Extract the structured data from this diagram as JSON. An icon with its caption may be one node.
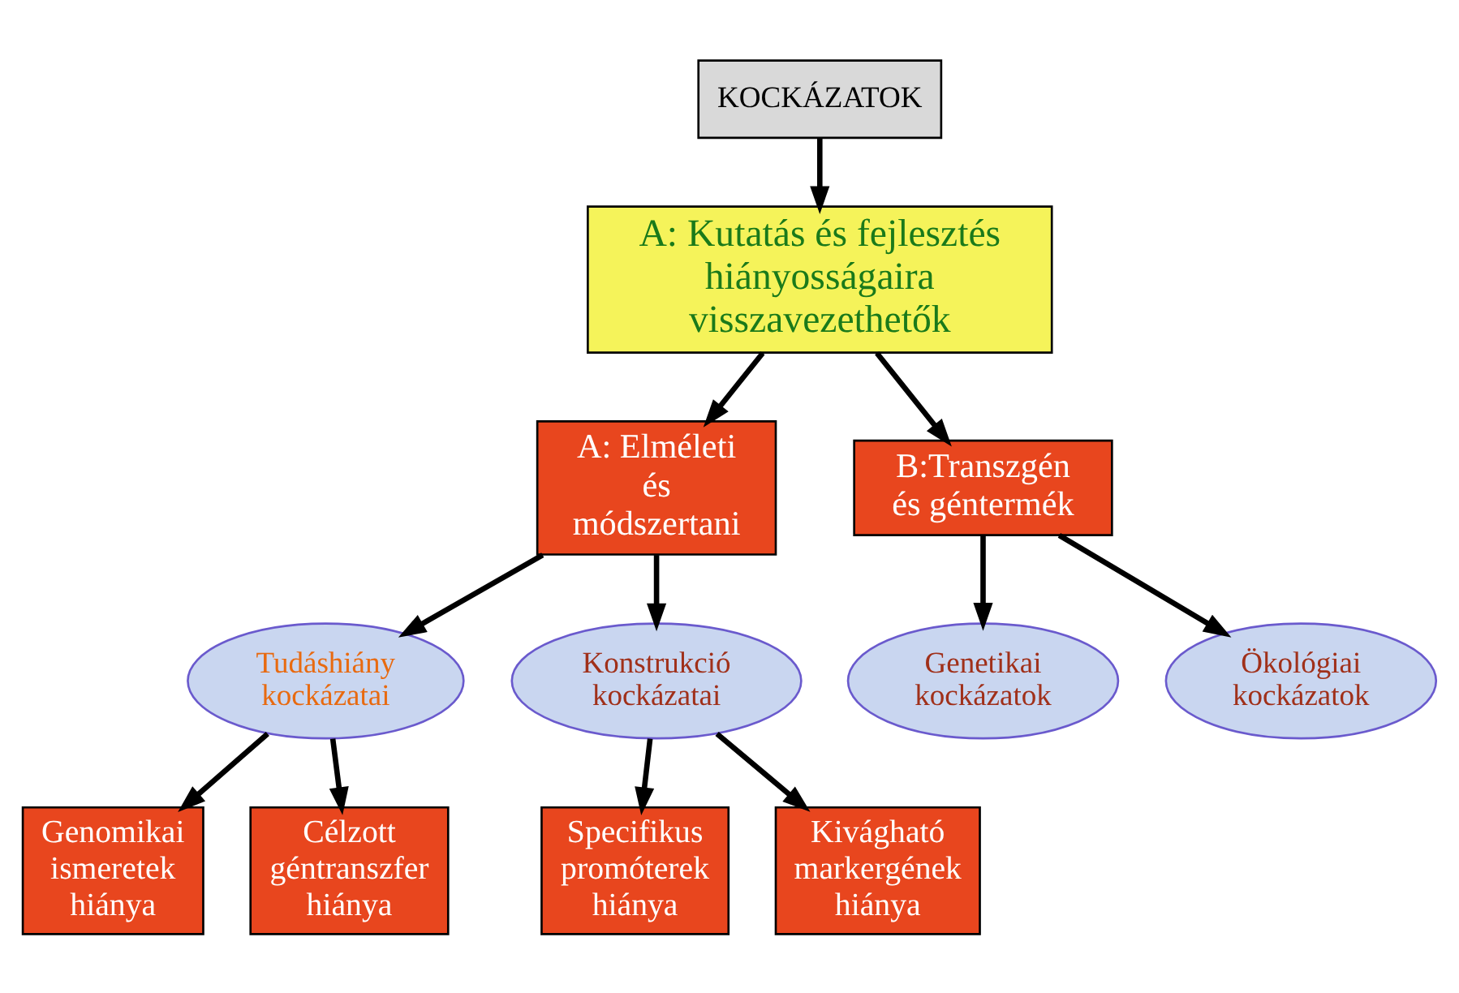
{
  "diagram": {
    "nodes": [
      {
        "text": [
          "KOCKÁZATOK"
        ]
      },
      {
        "text": [
          "A: Kutatás és fejlesztés hiányosságaira visszavezethetők"
        ]
      },
      {
        "text": [
          "A: Elméleti és módszertani"
        ]
      },
      {
        "text": [
          "B:Transzgén és géntermék"
        ]
      },
      {
        "text": [
          "Tudáshiány kockázatai"
        ]
      },
      {
        "text": [
          "Konstrukció kockázatai"
        ]
      },
      {
        "text": [
          "Genetikai kockázatok"
        ]
      },
      {
        "text": [
          "Ökológiai kockázatok"
        ]
      },
      {
        "text": [
          "Genomikai ismeretek hiánya"
        ]
      },
      {
        "text": [
          "Célzott géntranszfer hiánya"
        ]
      },
      {
        "text": [
          "Specifikus promóterek hiánya"
        ]
      },
      {
        "text": [
          "Kivágható markergének hiánya"
        ]
      }
    ],
    "edges": [
      {
        "from": 0,
        "to": 1,
        "arrow": "to"
      },
      {
        "from": 1,
        "to": 2,
        "arrow": "to"
      },
      {
        "from": 1,
        "to": 3,
        "arrow": "to"
      },
      {
        "from": 2,
        "to": 4,
        "arrow": "to"
      },
      {
        "from": 2,
        "to": 5,
        "arrow": "to"
      },
      {
        "from": 3,
        "to": 6,
        "arrow": "to"
      },
      {
        "from": 3,
        "to": 7,
        "arrow": "to"
      },
      {
        "from": 4,
        "to": 8,
        "arrow": "to"
      },
      {
        "from": 4,
        "to": 9,
        "arrow": "to"
      },
      {
        "from": 5,
        "to": 10,
        "arrow": "to"
      },
      {
        "from": 5,
        "to": 11,
        "arrow": "to"
      }
    ]
  }
}
